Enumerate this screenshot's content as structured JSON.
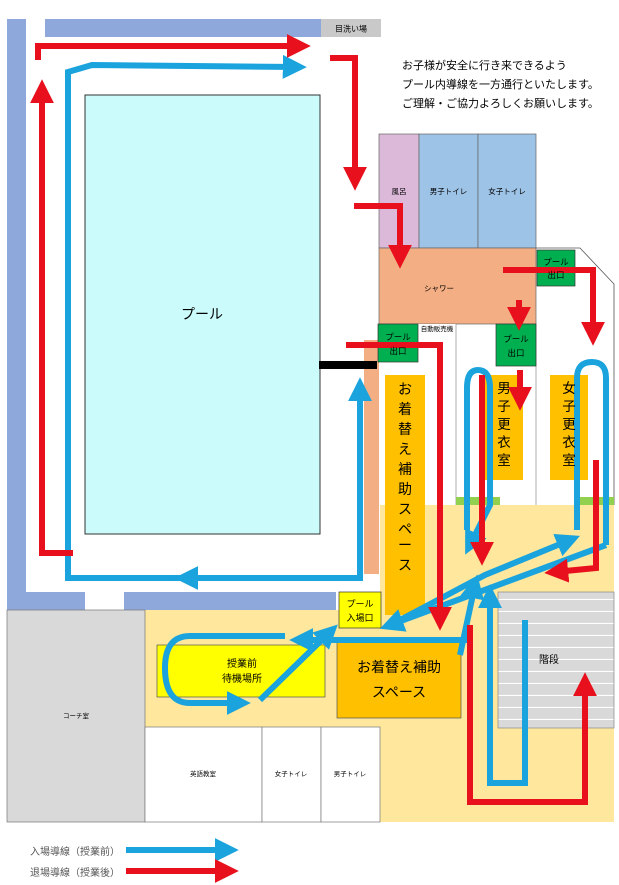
{
  "notice": {
    "line1": "お子様が安全に行き来できるよう",
    "line2": "プール内導線を一方通行といたします。",
    "line3": "ご理解・ご協力よろしくお願いします。"
  },
  "labels": {
    "foot_wash": "目洗い場",
    "pool": "プール",
    "bath": "風呂",
    "mens_toilet_upper": "男子トイレ",
    "womens_toilet_upper": "女子トイレ",
    "shower": "シャワー",
    "vending": "自動販売機",
    "pool_exit_main": [
      "プール",
      "出口"
    ],
    "pool_exit_right": [
      "プール",
      "出口"
    ],
    "pool_exit_mid": [
      "プール",
      "出口"
    ],
    "pool_entrance": [
      "プール",
      "入場口"
    ],
    "changing_assist_vertical": [
      "お",
      "着",
      "替",
      "え",
      "補",
      "助",
      "ス",
      "ペ",
      "ー",
      "ス"
    ],
    "boys_changing": [
      "男",
      "子",
      "更",
      "衣",
      "室"
    ],
    "girls_changing": [
      "女",
      "子",
      "更",
      "衣",
      "室"
    ],
    "waiting_area": [
      "授業前",
      "待機場所"
    ],
    "changing_assist_box": [
      "お着替え補助",
      "スペース"
    ],
    "stairs": "階段",
    "coach_room": "コーチ室",
    "english_room": "英語教室",
    "womens_toilet_lower": "女子トイレ",
    "mens_toilet_lower": "男子トイレ"
  },
  "legend": {
    "entry": "入場導線（授業前）",
    "exit": "退場導線（授業後）"
  },
  "colors": {
    "entry_arrow": "#1aa3dc",
    "exit_arrow": "#e8101c",
    "pool_water": "#ccfbfb",
    "wall": "#8fa8dc",
    "shower": "#f3ae84",
    "bath": "#dcb9d9",
    "toilet": "#9dc3e6",
    "floor": "#ffe89e",
    "changing": "#ffc000",
    "exit_sign": "#00b050",
    "waiting": "#ffff00",
    "stairs": "#dcdcdc",
    "grass": "#92d050"
  }
}
